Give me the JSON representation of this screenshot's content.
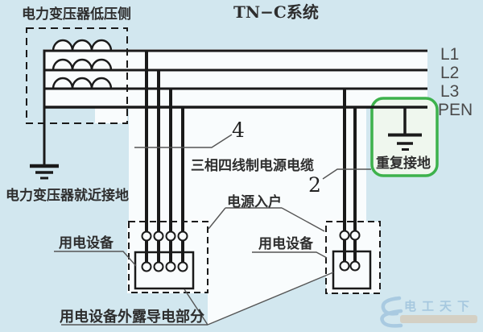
{
  "colors": {
    "background": "#d2e7ef",
    "panel_white": "#f9fcfd",
    "line_black": "#1a1a1a",
    "accent_green": "#3db24c",
    "green_fill": "#eff7ee",
    "watermark_blue": "#9fc3dd"
  },
  "header": {
    "title": "TN−C系统"
  },
  "transformer": {
    "label": "电力变压器低压侧",
    "ground_label": "电力变压器就近接地"
  },
  "bus": {
    "labels": [
      "L1",
      "L2",
      "L3",
      "PEN"
    ]
  },
  "repeated_ground": {
    "label": "重复接地"
  },
  "annotations": {
    "wire_count_main": "4",
    "cable_label": "三相四线制电源电缆",
    "wire_count_branch": "2",
    "service_entry_label": "电源入户"
  },
  "devices": {
    "left_label": "用电设备",
    "right_label": "用电设备",
    "exposed_label": "用电设备外露导电部分"
  },
  "watermark": {
    "text": "电工天下"
  }
}
